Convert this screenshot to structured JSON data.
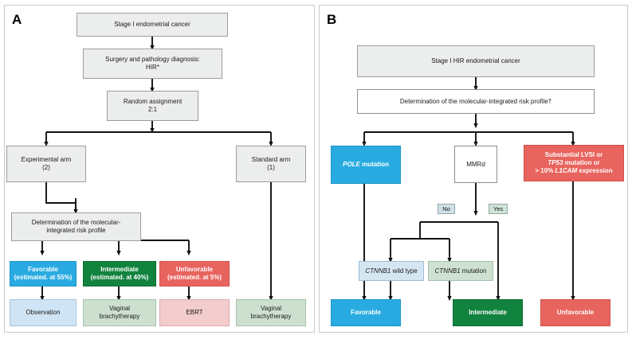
{
  "figure": {
    "type": "clinical-trial-flow-diagram",
    "colors": {
      "grey_box": "#eceded",
      "white_box": "#ffffff",
      "favorable_blue": "#29abe2",
      "intermediate_green": "#12833f",
      "unfavorable_red": "#e8645e",
      "observation_pale_blue": "#cfe4f4",
      "brachytherapy_pale_green": "#cde0cf",
      "ebrt_pale_pink": "#f3cdcd",
      "tag_no_blue": "#cfe0e6",
      "tag_yes_green": "#cfe3d6",
      "border_grey": "#9a9a9a",
      "arrow_black": "#111111"
    }
  },
  "panel_a": {
    "letter": "A",
    "nodes": {
      "start": "Stage I endometrial cancer",
      "surgery": "Surgery and pathology diagnosis:\nHIR*",
      "randomization": "Random assignment\n2:1",
      "experimental_arm": "Experimental arm\n(2)",
      "standard_arm": "Standard arm\n(1)",
      "determination": "Determination of the molecular-\nintegrated risk profile",
      "favorable": "Favorable\n(estimated. at 55%)",
      "intermediate": "Intermediate\n(estimated. at 40%)",
      "unfavorable": "Unfavorable\n(estimated. at 5%)",
      "observation": "Observation",
      "vaginal_brachytherapy_mid": "Vaginal\nbrachytherapy",
      "ebrt": "EBRT",
      "vaginal_brachytherapy_std": "Vaginal\nbrachytherapy"
    }
  },
  "panel_b": {
    "letter": "B",
    "nodes": {
      "start": "Stage I HIR endometrial cancer",
      "determination": "Determination of the molecular-integrated risk profile†",
      "pole": {
        "gene": "POLE",
        "rest": " mutation"
      },
      "mmrd": "MMRd",
      "substantial": {
        "line1": "Substantial LVSI or",
        "gene2": "TP53",
        "rest2": " mutation or",
        "pre3": "> 10% ",
        "gene3": "L1CAM",
        "rest3": " expression"
      },
      "tag_no": "No",
      "tag_yes": "Yes",
      "ctnnb1_wild": {
        "gene": "CTNNB1",
        "rest": " wild type"
      },
      "ctnnb1_mut": {
        "gene": "CTNNB1",
        "rest": " mutation"
      },
      "favorable": "Favorable",
      "intermediate": "Intermediate",
      "unfavorable": "Unfavorable"
    }
  }
}
